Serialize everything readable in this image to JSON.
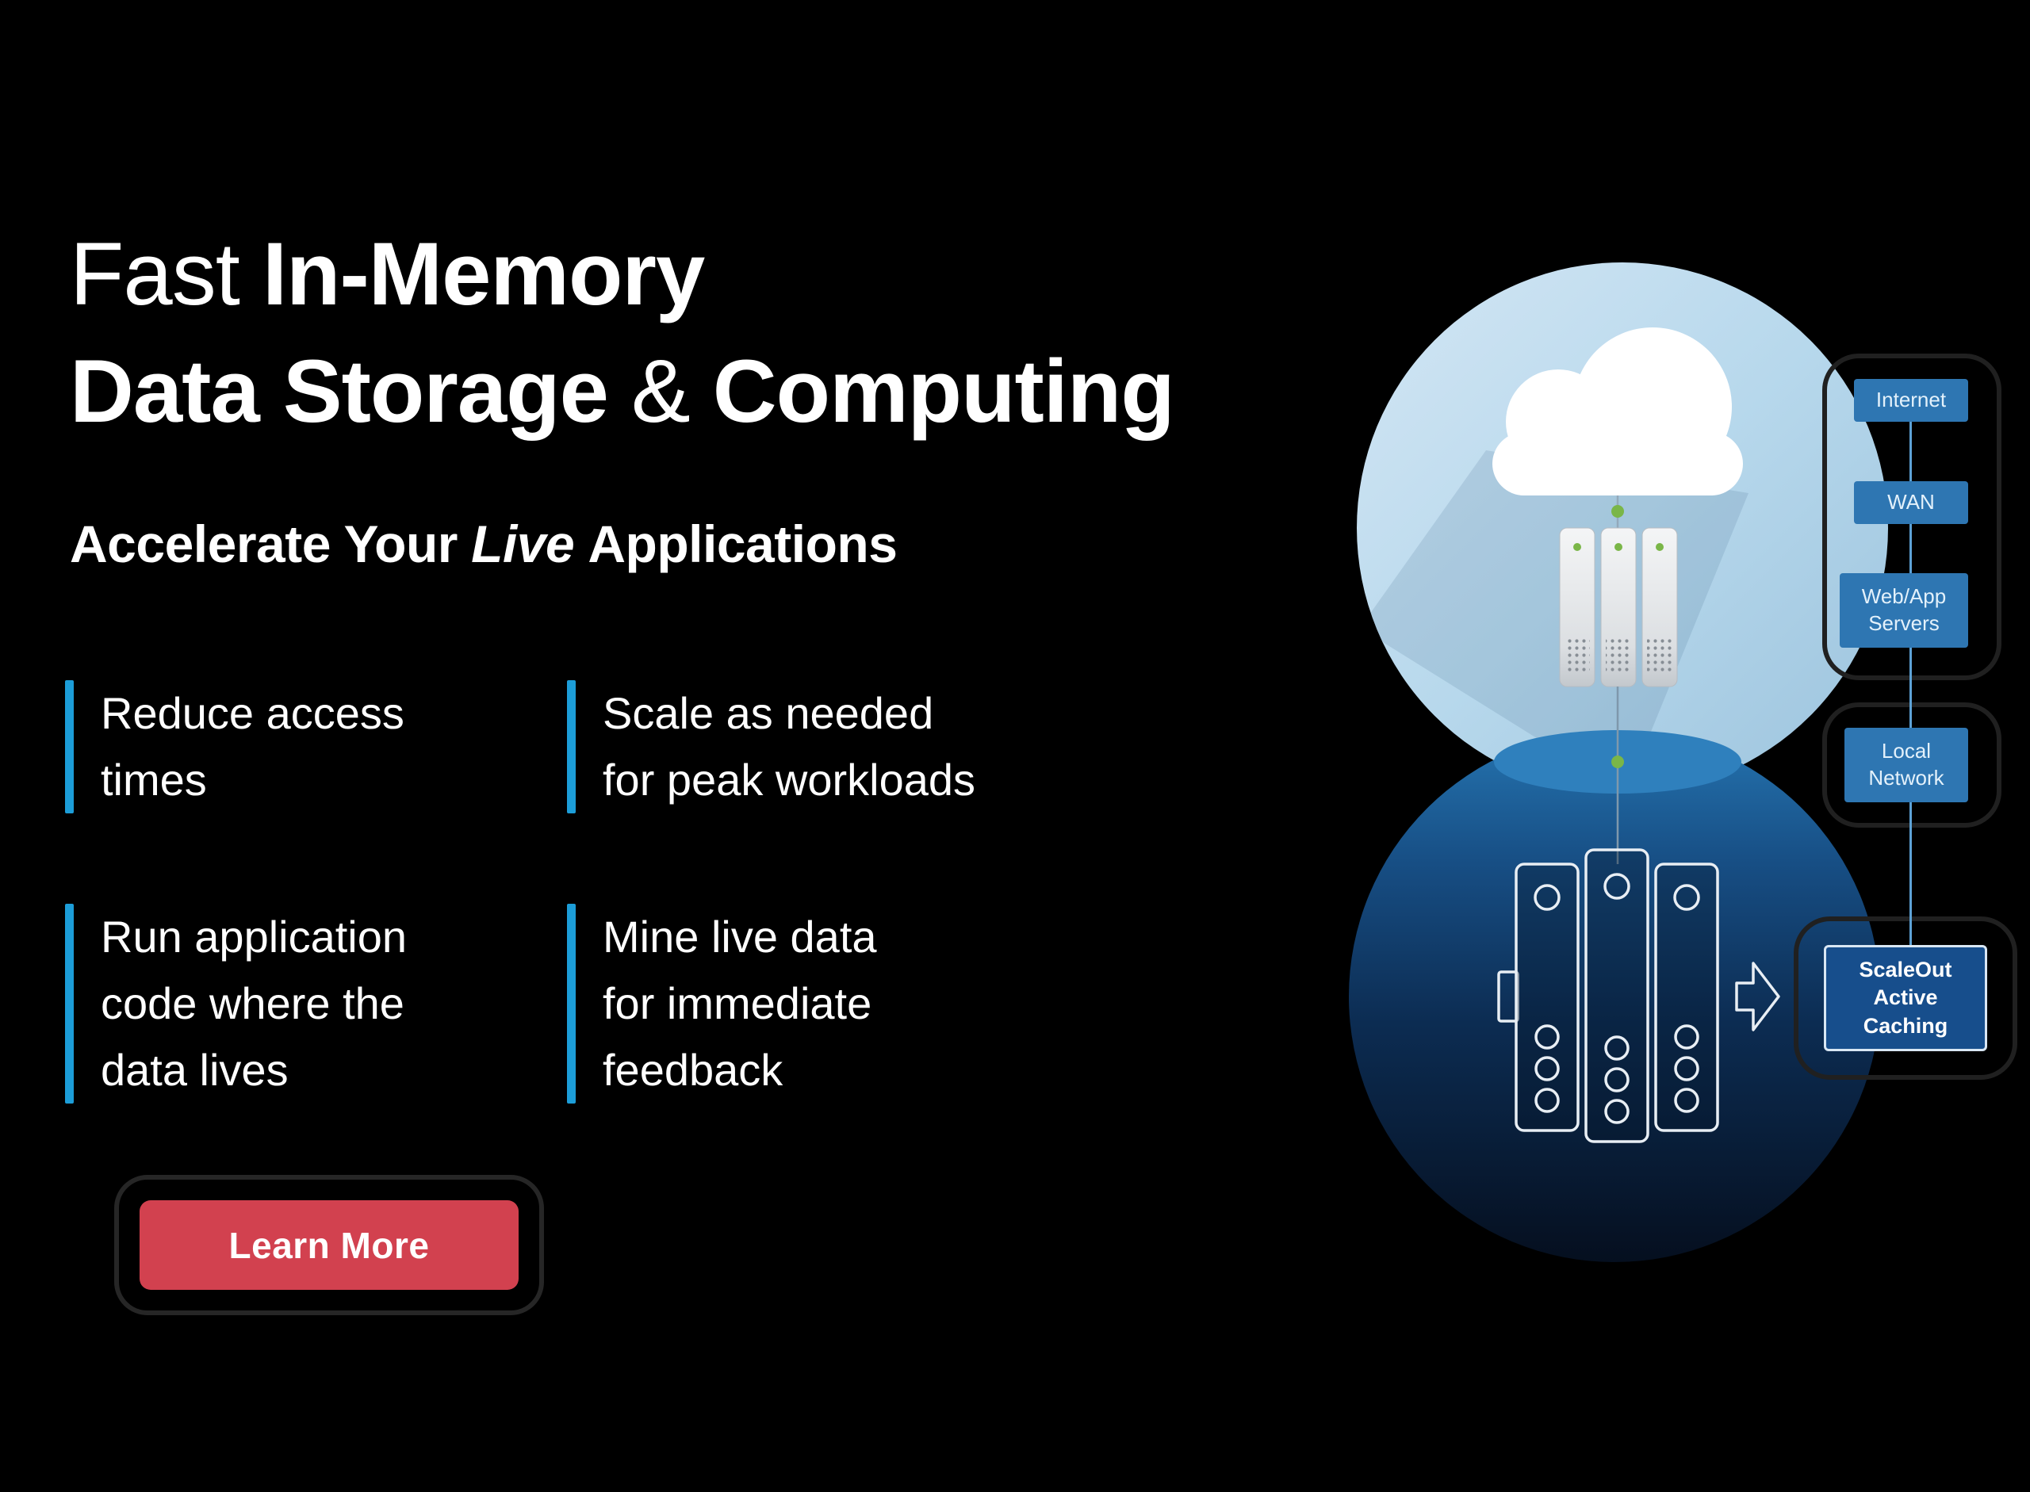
{
  "colors": {
    "background": "#000000",
    "accent_blue": "#1c9dd8",
    "button_red": "#d2414f",
    "flow_box_blue": "#2e76b2",
    "flow_box_dark_blue": "#174e8c",
    "connector_blue": "#5da2d6",
    "led_green": "#7ab648",
    "top_circle_blue": "#b7d8ec",
    "bottom_circle_navy": "#0c2c52"
  },
  "headline": {
    "word_fast": "Fast",
    "word_in_memory": "In-Memory",
    "line2_a": "Data Storage",
    "line2_amp": "&",
    "line2_b": "Computing"
  },
  "subheadline": {
    "pre": "Accelerate Your",
    "italic_word": "Live",
    "post": "Applications"
  },
  "bullets": [
    {
      "text": "Reduce access\ntimes"
    },
    {
      "text": "Scale as needed\nfor peak workloads"
    },
    {
      "text": "Run application\ncode where the\ndata lives"
    },
    {
      "text": "Mine live data\nfor immediate\nfeedback"
    }
  ],
  "cta": {
    "label": "Learn More"
  },
  "diagram": {
    "icons": [
      "cloud-icon",
      "cloud-server-towers-icon",
      "server-racks-icon",
      "flow-arrow-icon",
      "connector-dot"
    ],
    "flow_boxes": [
      {
        "label": "Internet"
      },
      {
        "label": "WAN"
      },
      {
        "label": "Web/App Servers"
      },
      {
        "label": "Local Network"
      },
      {
        "label": "ScaleOut Active Caching"
      }
    ]
  }
}
